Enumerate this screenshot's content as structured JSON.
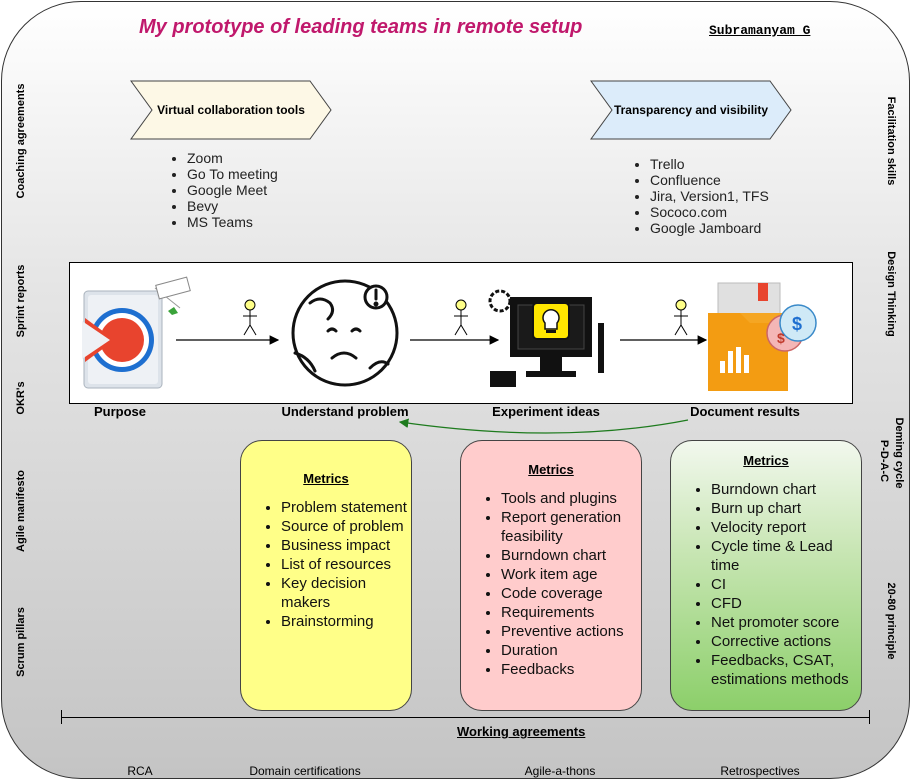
{
  "header": {
    "title": "My prototype of leading teams in remote setup",
    "author": "Subramanyam G"
  },
  "left_labels": [
    "Coaching agreements",
    "Sprint reports",
    "OKR's",
    "Agile manifesto",
    "Scrum pillars"
  ],
  "right_labels": [
    "Facilitation skills",
    "Design Thinking",
    "Deming cycle",
    "P-D-A-C",
    "20-80 principle"
  ],
  "collab": {
    "title": "Virtual collaboration tools",
    "items": [
      "Zoom",
      "Go To meeting",
      "Google Meet",
      "Bevy",
      "MS Teams"
    ],
    "color": "#fdf8e6"
  },
  "transparency": {
    "title": "Transparency and visibility",
    "items": [
      "Trello",
      "Confluence",
      "Jira, Version1, TFS",
      "Sococo.com",
      "Google Jamboard"
    ],
    "color": "#dcecfa"
  },
  "flow": {
    "steps": [
      "Purpose",
      "Understand problem",
      "Experiment ideas",
      "Document results"
    ],
    "icons": [
      "target-icon",
      "sad-globe-icon",
      "computer-lightbulb-icon",
      "document-chart-icon"
    ],
    "arrow_color": "#1e7b1e"
  },
  "metrics": [
    {
      "title": "Metrics",
      "color": "#ffff88",
      "items": [
        "Problem statement",
        "Source of problem",
        "Business impact",
        "List of resources",
        "Key decision makers",
        "Brainstorming"
      ]
    },
    {
      "title": "Metrics",
      "color": "#ffcccc",
      "items": [
        "Tools and plugins",
        "Report generation feasibility",
        "Burndown chart",
        "Work item age",
        "Code coverage",
        "Requirements",
        "Preventive actions",
        "Duration",
        "Feedbacks"
      ]
    },
    {
      "title": "Metrics",
      "color": "#a6d68a",
      "items": [
        "Burndown chart",
        "Burn up chart",
        "Velocity report",
        "Cycle time & Lead time",
        "CI",
        "CFD",
        "Net promoter score",
        "Corrective actions",
        "Feedbacks, CSAT, estimations methods"
      ]
    }
  ],
  "footer": {
    "working_agreements": "Working agreements",
    "items": [
      "RCA",
      "Domain certifications",
      "Agile-a-thons",
      "Retrospectives"
    ]
  }
}
